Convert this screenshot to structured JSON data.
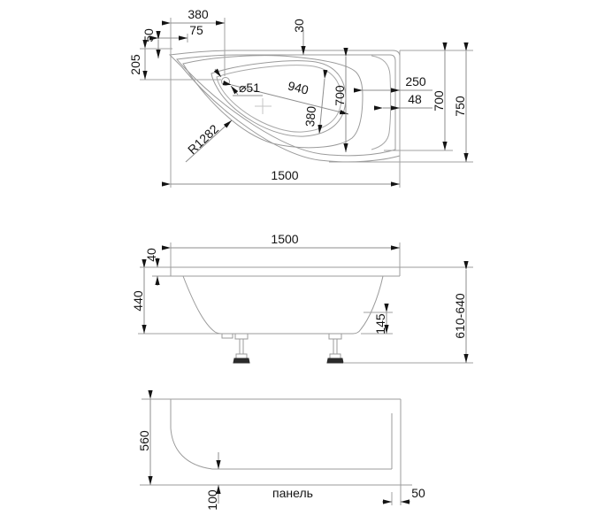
{
  "colors": {
    "background": "#ffffff",
    "line": "#9b9b9b",
    "dimension_line": "#8d8d8d",
    "text": "#141414"
  },
  "views": {
    "top": {
      "dims": {
        "corner_width_380": "380",
        "offset_75": "75",
        "offset_50": "50",
        "drain_offset_205": "205",
        "rim_width_30": "30",
        "drain_diameter": "⌀51",
        "basin_length_940": "940",
        "basin_width_380": "380",
        "inner_depth_700": "700",
        "front_radius": "R1282",
        "shelf_width_250": "250",
        "edge_gap_48": "48",
        "end_depth_700": "700",
        "overall_depth_750": "750",
        "overall_length_1500": "1500"
      }
    },
    "front": {
      "dims": {
        "overall_length_1500": "1500",
        "rim_height_40": "40",
        "body_height_440": "440",
        "bottom_clearance_145": "145",
        "total_height_range": "610-640"
      }
    },
    "panel": {
      "dims": {
        "panel_height_560": "560",
        "floor_gap_100": "100",
        "side_gap_50": "50"
      },
      "label": "панель"
    }
  }
}
